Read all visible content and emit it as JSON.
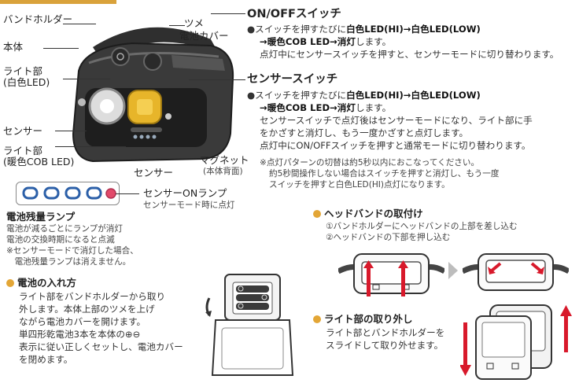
{
  "labels": {
    "band_holder": "バンドホルダー",
    "tsume": "ツメ",
    "battery_cover": "電池カバー",
    "body": "本体",
    "light_white_1": "ライト部",
    "light_white_2": "(白色LED)",
    "sensor_left": "センサー",
    "light_warm_1": "ライト部",
    "light_warm_2": "(暖色COB LED)",
    "sensor_bottom": "センサー",
    "magnet_1": "マグネット",
    "magnet_2": "(本体背面)",
    "sensor_on_lamp": "センサーONランプ",
    "sensor_on_lamp_sub": "センサーモード時に点灯",
    "battery_lamp": "電池残量ランプ"
  },
  "battery_lamp_notes": [
    "電池が減るごとにランプが消灯",
    "電池の交換時期になると点滅",
    "※センサーモードで消灯した場合、",
    "　電池残量ランプは消えません。"
  ],
  "onoff": {
    "title": "ON/OFFスイッチ",
    "l1_pre": "●スイッチを押すたびに",
    "l1_b": "白色LED(HI)→白色LED(LOW)",
    "l2": "→暖色COB LED→消灯",
    "l2_post": "します。",
    "l3": "点灯中にセンサースイッチを押すと、センサーモードに切り替わります。"
  },
  "sensor_switch": {
    "title": "センサースイッチ",
    "l1_pre": "●スイッチを押すたびに",
    "l1_b": "白色LED(HI)→白色LED(LOW)",
    "l2": "→暖色COB LED→消灯",
    "l2_post": "します。",
    "l3": "センサースイッチで点灯後はセンサーモードになり、ライト部に手",
    "l4": "をかざすと消灯し、もう一度かざすと点灯します。",
    "l5": "点灯中にON/OFFスイッチを押すと通常モードに切り替わります。",
    "n1": "※点灯パターンの切替は約5秒以内におこなってください。",
    "n2": "約5秒間操作しない場合はスイッチを押すと消灯し、もう一度",
    "n3": "スイッチを押すと白色LED(HI)点灯になります。"
  },
  "headband": {
    "title": "ヘッドバンドの取付け",
    "s1": "①バンドホルダーにヘッドバンドの上部を差し込む",
    "s2": "②ヘッドバンドの下部を押し込む"
  },
  "battery_insert": {
    "title": "電池の入れ方",
    "lines": [
      "ライト部をバンドホルダーから取り",
      "外します。本体上部のツメを上げ",
      "ながら電池カバーを開けます。",
      "単四形乾電池3本を本体の⊕⊖",
      "表示に従い正しくセットし、電池カバー",
      "を閉めます。"
    ]
  },
  "remove": {
    "title": "ライト部の取り外し",
    "l1": "ライト部とバンドホルダーを",
    "l2": "スライドして取り外せます。"
  },
  "colors": {
    "accent": "#e1a22f",
    "arrow_red": "#d8192b",
    "lamp_blue": "#2b5fa8",
    "lamp_pink": "#e24a6a"
  }
}
